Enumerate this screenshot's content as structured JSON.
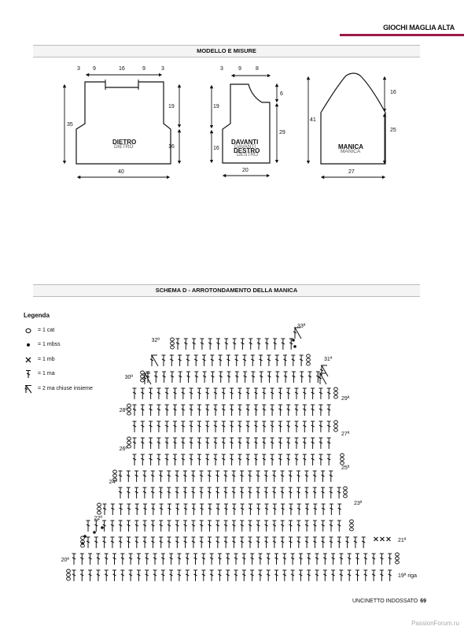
{
  "header": {
    "title": "GIOCHI MAGLIA ALTA"
  },
  "sections": {
    "models": "MODELLO E MISURE",
    "schema": "SCHEMA D - ARROTONDAMENTO DELLA MANICA"
  },
  "pieces": {
    "dietro": {
      "name": "DIETRO",
      "name_shadow": "DIETRO",
      "top_dims": [
        "3",
        "9",
        "16",
        "9",
        "3"
      ],
      "left_dim": "35",
      "right_upper": "19",
      "right_lower": "16",
      "bottom": "40"
    },
    "davanti": {
      "name1": "DAVANTI",
      "name2": "DESTRO",
      "shadow1": "DAVANTI",
      "shadow2": "DESTRO",
      "top_dims": [
        "3",
        "9",
        "8"
      ],
      "left_upper": "19",
      "left_lower": "16",
      "right_upper": "6",
      "right_lower": "29",
      "bottom": "20"
    },
    "manica": {
      "name": "MANICA",
      "name_shadow": "MANICA",
      "left_dim": "41",
      "right_upper": "16",
      "right_lower": "25",
      "bottom": "27"
    }
  },
  "legend": {
    "title": "Legenda",
    "items": [
      {
        "icon": "chain-circle-icon",
        "label": "= 1 cat"
      },
      {
        "icon": "slip-stitch-dot-icon",
        "label": "= 1 mbss"
      },
      {
        "icon": "single-crochet-x-icon",
        "label": "= 1 mb"
      },
      {
        "icon": "double-crochet-icon",
        "label": "= 1 ma"
      },
      {
        "icon": "dc2tog-icon",
        "label": "= 2 ma chiuse insieme"
      }
    ]
  },
  "chart": {
    "rows": [
      {
        "label": "19ª riga"
      },
      {
        "label": "20ª"
      },
      {
        "label": "21ª"
      },
      {
        "label": "22ª"
      },
      {
        "label": "23ª"
      },
      {
        "label": "24ª"
      },
      {
        "label": "25ª"
      },
      {
        "label": "26ª"
      },
      {
        "label": "27ª"
      },
      {
        "label": "28ª"
      },
      {
        "label": "29ª"
      },
      {
        "label": "30ª"
      },
      {
        "label": "31ª"
      },
      {
        "label": "32ª"
      },
      {
        "label": "33ª"
      }
    ]
  },
  "footer": {
    "magazine": "UNCINETTO INDOSSATO",
    "page": "69"
  },
  "watermark": "PassionForum.ru",
  "colors": {
    "accent": "#9b1b4a"
  }
}
